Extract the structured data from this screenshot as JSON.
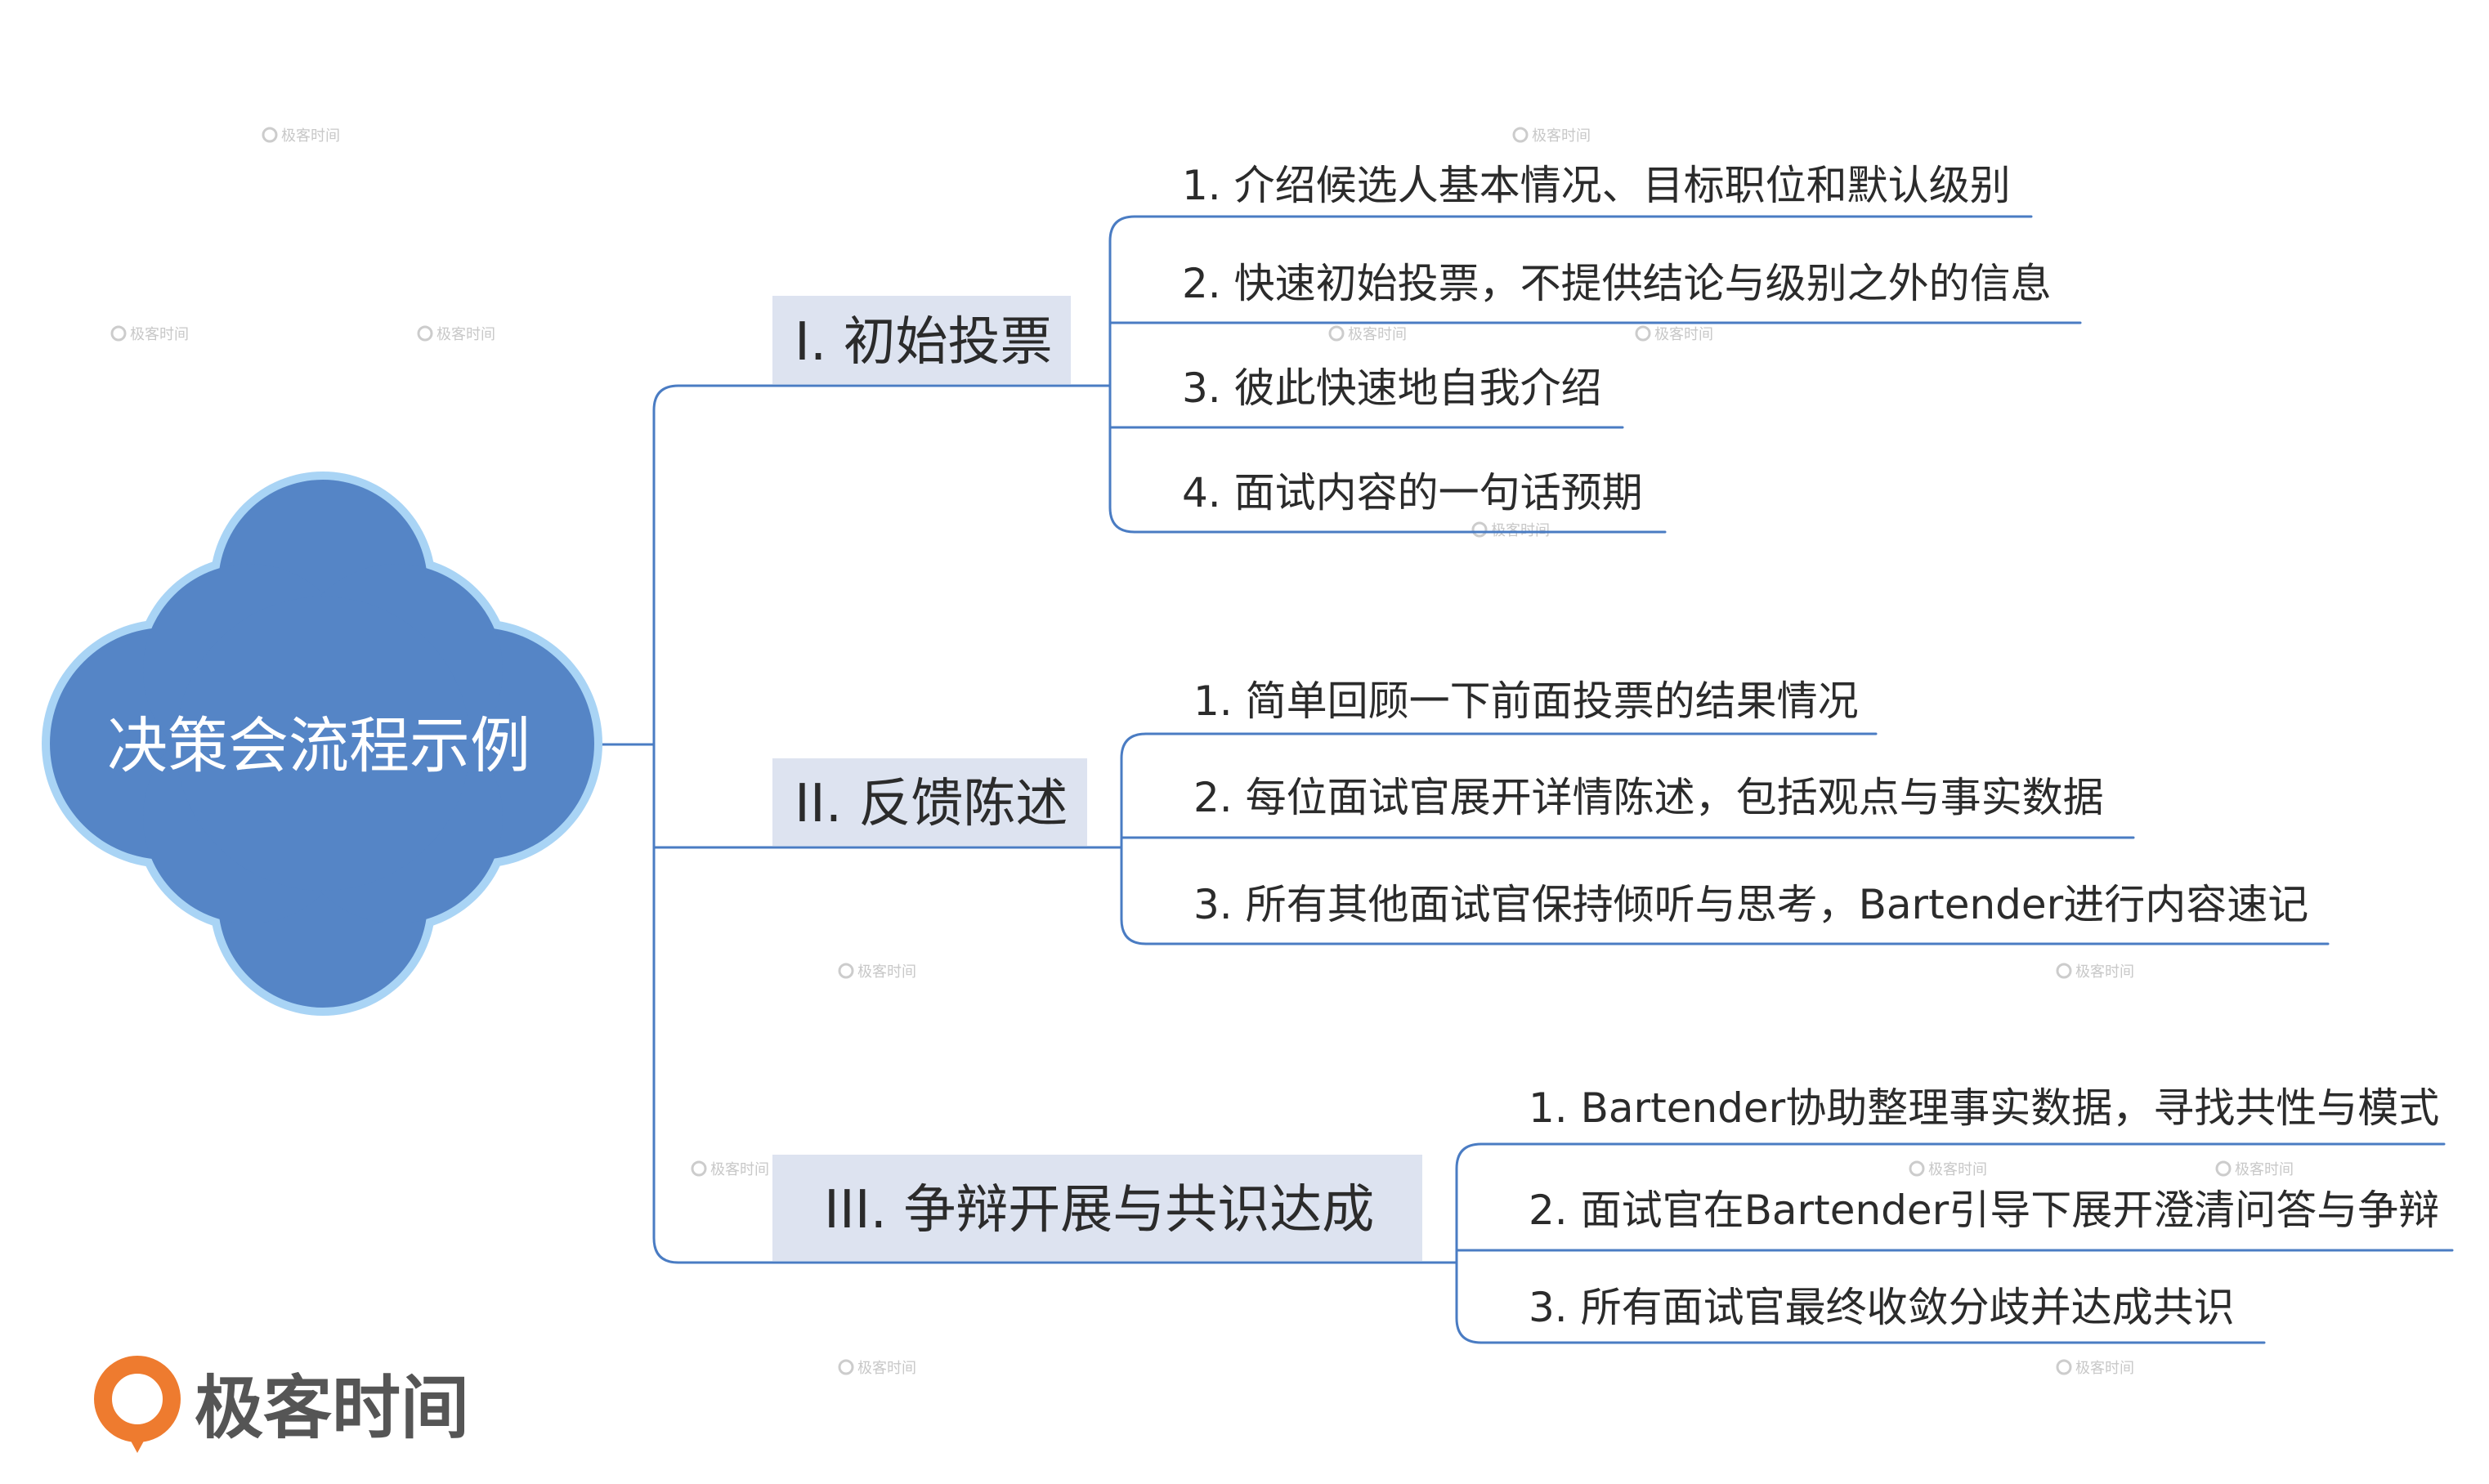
{
  "root": {
    "title": "决策会流程示例",
    "fill_color": "#5585c6",
    "border_color": "#a9d4f5"
  },
  "branches": [
    {
      "label": "I. 初始投票",
      "items": [
        "1. 介绍候选人基本情况、目标职位和默认级别",
        "2. 快速初始投票，不提供结论与级别之外的信息",
        "3. 彼此快速地自我介绍",
        "4. 面试内容的一句话预期"
      ]
    },
    {
      "label": "II. 反馈陈述",
      "items": [
        "1. 简单回顾一下前面投票的结果情况",
        "2. 每位面试官展开详情陈述，包括观点与事实数据",
        "3. 所有其他面试官保持倾听与思考，Bartender进行内容速记"
      ]
    },
    {
      "label": "III. 争辩开展与共识达成",
      "items": [
        "1. Bartender协助整理事实数据，寻找共性与模式",
        "2. 面试官在Bartender引导下展开澄清问答与争辩",
        "3. 所有面试官最终收敛分歧并达成共识"
      ]
    }
  ],
  "colors": {
    "connector": "#4a7cc3",
    "branch_box": "#dde3f0",
    "logo_orange": "#ee7b2f"
  },
  "brand": {
    "name": "极客时间",
    "icon": "geektime-logo-icon"
  },
  "watermark": {
    "text": "极客时间"
  }
}
